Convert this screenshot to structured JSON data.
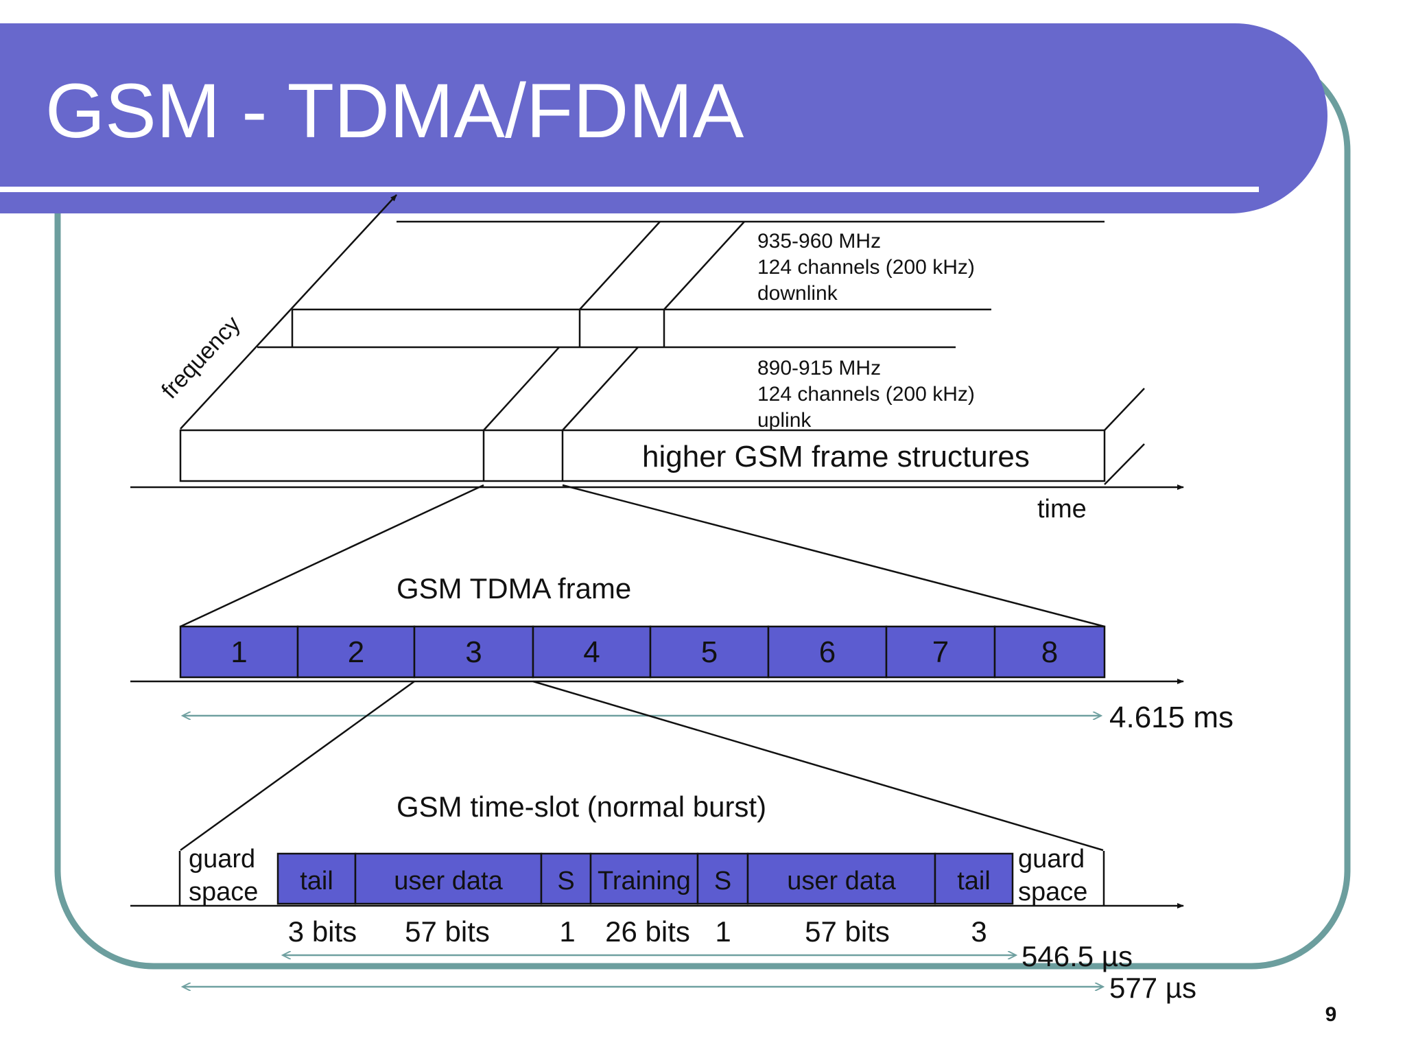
{
  "slide": {
    "title": "GSM - TDMA/FDMA",
    "page_number": "9",
    "colors": {
      "title_bar": "#6868CC",
      "frame_border": "#6C9E9E",
      "slot_fill": "#5C5CD0",
      "arrow": "#6FA0A0"
    }
  },
  "fdma": {
    "axis_frequency": "frequency",
    "axis_time": "time",
    "downlink": {
      "range": "935-960 MHz",
      "channels": "124 channels (200 kHz)",
      "direction": "downlink"
    },
    "uplink": {
      "range": "890-915 MHz",
      "channels": "124 channels (200 kHz)",
      "direction": "uplink"
    },
    "higher_structures": "higher GSM frame structures"
  },
  "tdma_frame": {
    "title": "GSM TDMA frame",
    "slots": [
      "1",
      "2",
      "3",
      "4",
      "5",
      "6",
      "7",
      "8"
    ],
    "duration": "4.615 ms"
  },
  "time_slot": {
    "title": "GSM time-slot (normal burst)",
    "guard_left": [
      "guard",
      "space"
    ],
    "guard_right": [
      "guard",
      "space"
    ],
    "fields": [
      "tail",
      "user data",
      "S",
      "Training",
      "S",
      "user data",
      "tail"
    ],
    "bits": [
      "3 bits",
      "57 bits",
      "1",
      "26 bits",
      "1",
      "57 bits",
      "3"
    ],
    "burst_duration": "546.5 µs",
    "slot_duration": "577 µs"
  }
}
